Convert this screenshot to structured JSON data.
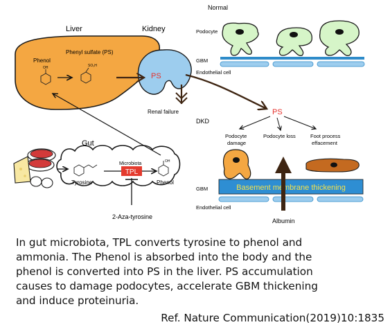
{
  "labels": {
    "liver": "Liver",
    "kidney": "Kidney",
    "phenol_liver": "Phenol",
    "phenyl_sulfate": "Phenyl sulfate (PS)",
    "ps_kidney": "PS",
    "renal_failure": "Renal failure",
    "gut": "Gut",
    "tyrosine": "Tyrosine",
    "microbiota": "Microbiota",
    "tpl": "TPL",
    "phenol_gut": "Phenol",
    "aza": "2-Aza-tyrosine",
    "normal": "Normal",
    "podocyte": "Podocyte",
    "gbm_normal": "GBM",
    "endothelial_normal": "Endothelial cell",
    "ps_center": "PS",
    "dkd": "DKD",
    "podocyte_damage_1": "Podocyte",
    "podocyte_damage_2": "damage",
    "podocyte_loss": "Podocyte loss",
    "foot_process_1": "Foot process",
    "foot_process_2": "effacement",
    "gbm_dkd": "GBM",
    "bm_thickening": "Basement membrane thickening",
    "endothelial_dkd": "Endothelial cell",
    "albumin": "Albumin",
    "so3h": "SO₃H",
    "oh": "OH"
  },
  "caption": [
    "In gut microbiota, TPL converts tyrosine to phenol and",
    "ammonia. The Phenol is absorbed into the body and the",
    "phenol is converted into PS in the liver. PS accumulation",
    "causes to damage podocytes, accelerate GBM thickening",
    "and induce proteinuria."
  ],
  "reference": "Ref. Nature Communication(2019)10:1835",
  "colors": {
    "liver": "#F4A742",
    "kidney": "#9DCDEE",
    "ps_red": "#E5322D",
    "tpl_red": "#E43B2E",
    "podocyte_green": "#D6F5C8",
    "gbm_blue": "#2E8BC9",
    "endothelial_blue": "#9DCDEE",
    "bm_thick_blue": "#2E8ED3",
    "bm_text_yellow": "#F6E24A",
    "damaged_orange": "#F4A742",
    "foot_brown": "#C46A20",
    "arrow_brown": "#3E2512"
  }
}
